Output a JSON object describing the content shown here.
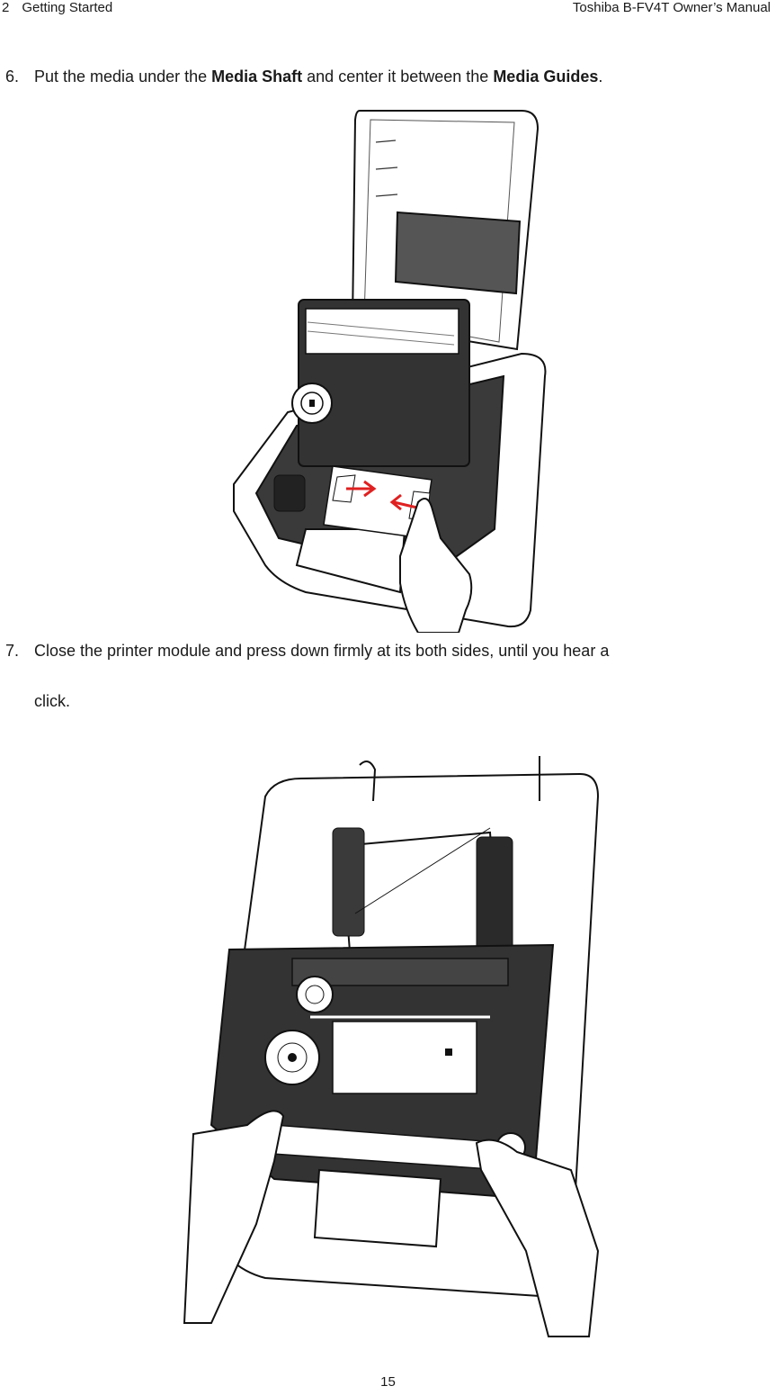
{
  "header": {
    "chapter_num": "2",
    "chapter_title": "Getting Started",
    "manual_title": "Toshiba B-FV4T Owner’s Manual"
  },
  "steps": [
    {
      "number": "6.",
      "text_a": "Put the media under the ",
      "bold_a": "Media Shaft",
      "text_b": " and center it between the ",
      "bold_b": "Media Guides",
      "text_c": "."
    },
    {
      "number": "7.",
      "line1": "Close the printer module and press down firmly at its both sides, until you hear a",
      "line2": "click."
    }
  ],
  "colors": {
    "arrow": "#e02020",
    "body_dark": "#3a3a3a",
    "outline": "#111111"
  },
  "footer": {
    "page_number": "15"
  }
}
